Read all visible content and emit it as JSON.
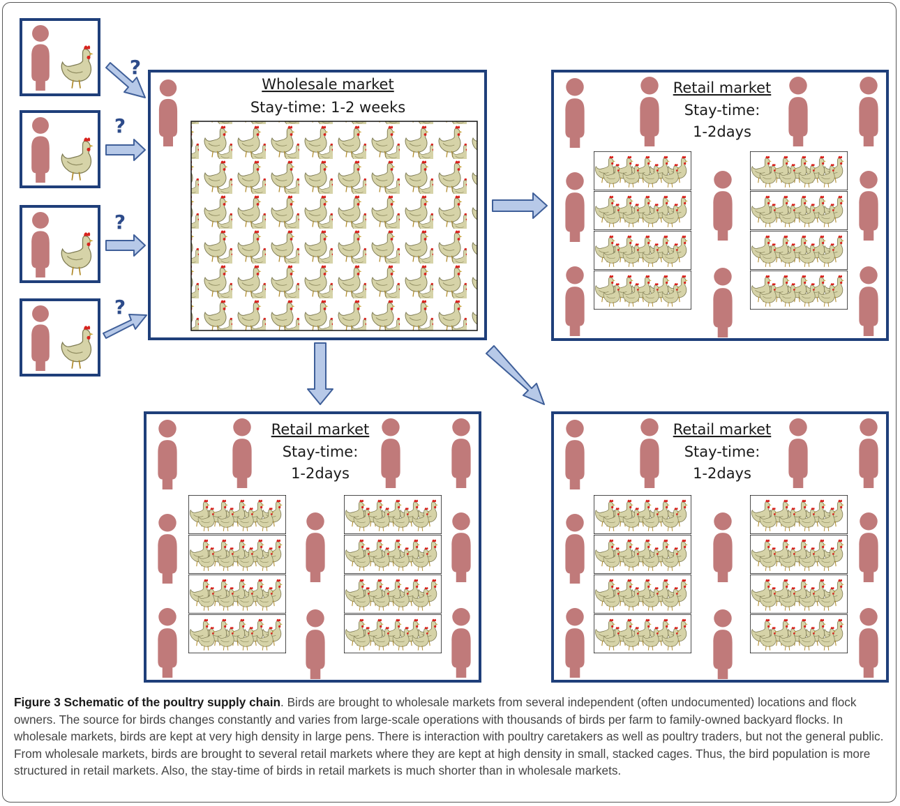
{
  "wholesale": {
    "title": "Wholesale market",
    "stay_time": "Stay-time: 1-2 weeks"
  },
  "retail": {
    "title": "Retail market",
    "stay_label": "Stay-time:",
    "stay_value": "1-2days"
  },
  "question_mark": "?",
  "caption": {
    "label": "Figure 3 Schematic of the poultry supply chain",
    "text": ". Birds are brought to wholesale markets from several independent (often undocumented) locations and flock owners. The source for birds changes constantly and varies from large-scale operations with thousands of birds per farm to family-owned backyard flocks. In wholesale markets, birds are kept at very high density in large pens. There is interaction with poultry caretakers as well as poultry traders, but not the general public. From wholesale markets, birds are brought to several retail markets where they are kept at high density in small, stacked cages. Thus, the bird population is more structured in retail markets. Also, the stay-time of birds in retail markets is much shorter than in wholesale markets."
  },
  "colors": {
    "box_border": "#1f3f7a",
    "person": "#c07a7a",
    "arrow_fill": "#b7c9e8",
    "arrow_stroke": "#3f5f99",
    "chicken_body": "#d6d3a8",
    "chicken_comb": "#d8231e"
  },
  "icons": [
    "person-icon",
    "chicken-icon",
    "arrow-icon"
  ]
}
